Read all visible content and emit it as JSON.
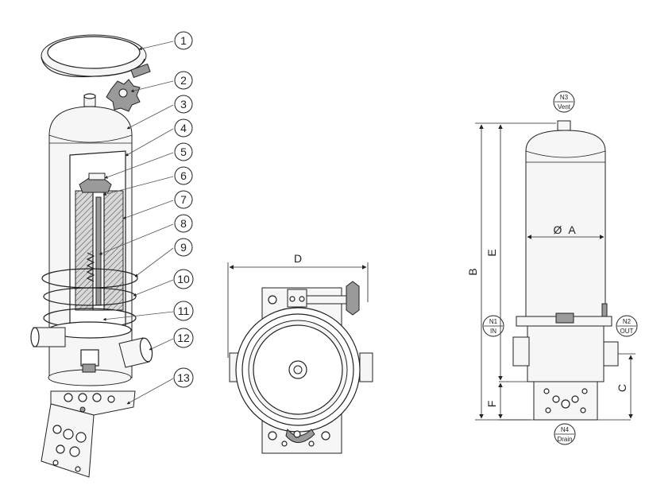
{
  "callouts": [
    "1",
    "2",
    "3",
    "4",
    "5",
    "6",
    "7",
    "8",
    "9",
    "10",
    "11",
    "12",
    "13"
  ],
  "dimensions": {
    "diameter_label": "A",
    "diameter_symbol": "Ø",
    "height_total": "B",
    "height_shell": "E",
    "height_outlet": "C",
    "height_leg": "F",
    "width_top_view": "D"
  },
  "nozzles": [
    {
      "id": "N1",
      "label": "IN"
    },
    {
      "id": "N2",
      "label": "OUT"
    },
    {
      "id": "N3",
      "label": "Vent"
    },
    {
      "id": "N4",
      "label": "Drain"
    }
  ]
}
